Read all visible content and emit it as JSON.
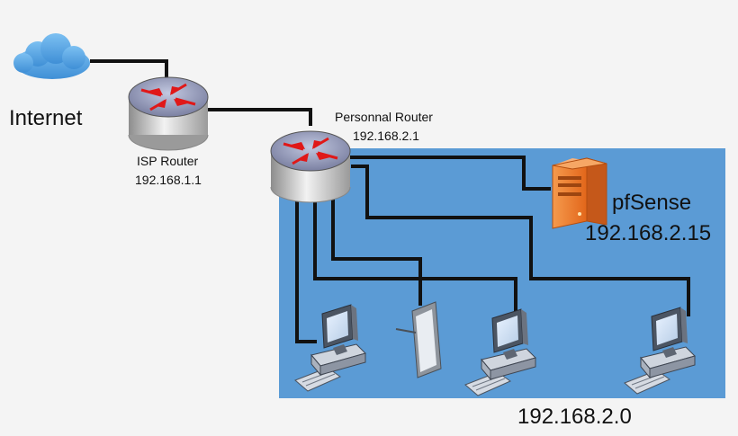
{
  "diagram": {
    "internet": {
      "label": "Internet",
      "icon": "cloud-icon"
    },
    "isp_router": {
      "name": "ISP Router",
      "ip": "192.168.1.1",
      "icon": "router-icon"
    },
    "personal_router": {
      "name": "Personnal Router",
      "ip": "192.168.2.1",
      "icon": "router-icon"
    },
    "pfsense": {
      "name": "pfSense",
      "ip": "192.168.2.15",
      "icon": "server-tower-icon"
    },
    "lan": {
      "subnet": "192.168.2.0",
      "color": "#5b9bd5"
    },
    "clients": [
      {
        "type": "desktop",
        "icon": "desktop-computer-icon"
      },
      {
        "type": "tablet",
        "icon": "tablet-icon"
      },
      {
        "type": "desktop",
        "icon": "desktop-computer-icon"
      },
      {
        "type": "desktop",
        "icon": "desktop-computer-icon"
      }
    ],
    "colors": {
      "cable": "#111111",
      "router_arrows": "#e01818",
      "server": "#f07a2a",
      "cloud": "#5aa5e6"
    }
  }
}
